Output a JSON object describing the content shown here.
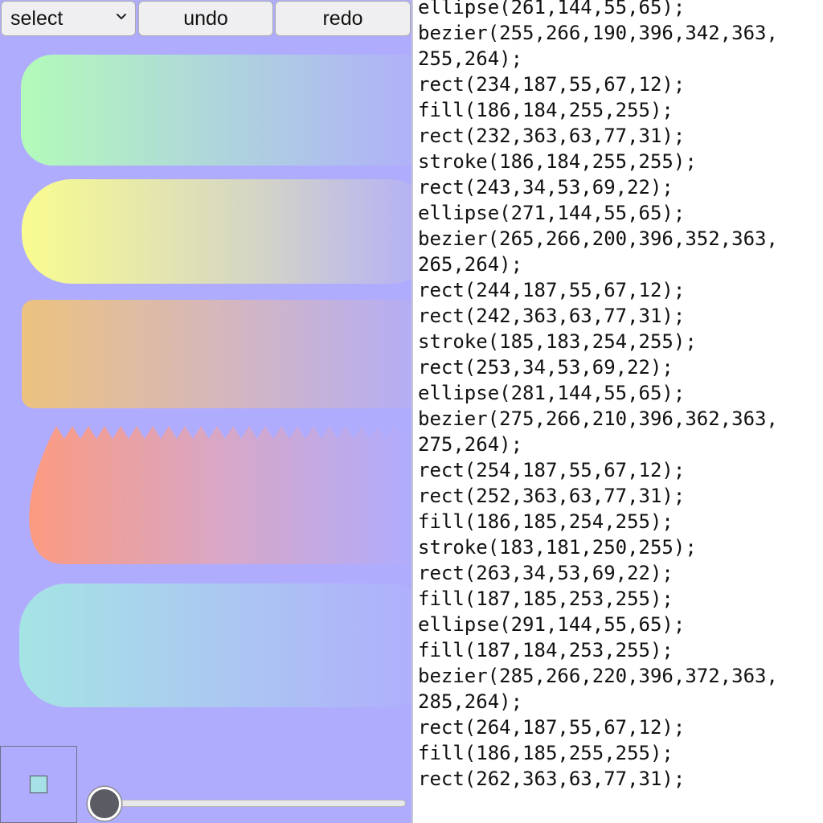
{
  "toolbar": {
    "select_label": "select",
    "undo_label": "undo",
    "redo_label": "redo"
  },
  "colors": {
    "canvas_background": "#b0acfd",
    "swatch": "#a6e1e7",
    "divider": "#c8c8d0"
  },
  "slider": {
    "value": 0
  },
  "icons": {
    "select_chevron": "chevron-down-icon"
  },
  "code_lines": [
    "ellipse(261,144,55,65);",
    "bezier(255,266,190,396,342,363,",
    "255,264);",
    "rect(234,187,55,67,12);",
    "fill(186,184,255,255);",
    "rect(232,363,63,77,31);",
    "stroke(186,184,255,255);",
    "rect(243,34,53,69,22);",
    "ellipse(271,144,55,65);",
    "bezier(265,266,200,396,352,363,",
    "265,264);",
    "rect(244,187,55,67,12);",
    "rect(242,363,63,77,31);",
    "stroke(185,183,254,255);",
    "rect(253,34,53,69,22);",
    "ellipse(281,144,55,65);",
    "bezier(275,266,210,396,362,363,",
    "275,264);",
    "rect(254,187,55,67,12);",
    "rect(252,363,63,77,31);",
    "fill(186,185,254,255);",
    "stroke(183,181,250,255);",
    "rect(263,34,53,69,22);",
    "fill(187,185,253,255);",
    "ellipse(291,144,55,65);",
    "fill(187,184,253,255);",
    "bezier(285,266,220,396,372,363,",
    "285,264);",
    "rect(264,187,55,67,12);",
    "fill(186,185,255,255);",
    "rect(262,363,63,77,31);"
  ]
}
